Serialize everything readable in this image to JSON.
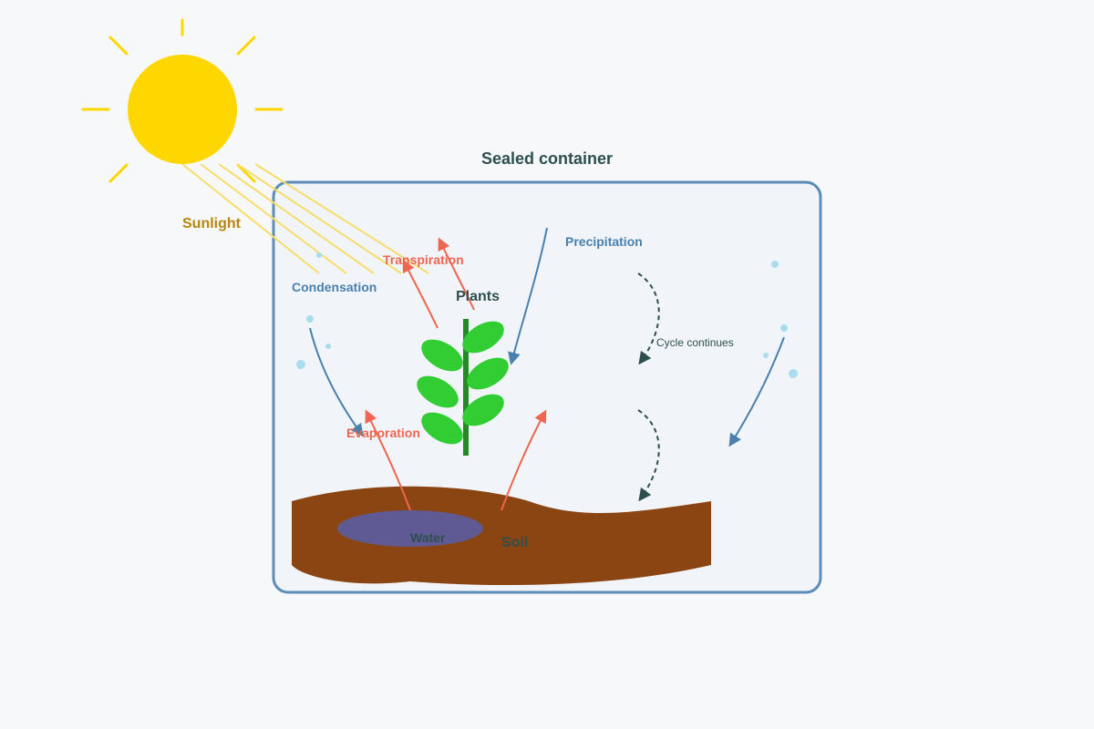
{
  "title": "Sealed container",
  "labels": {
    "sunlight": "Sunlight",
    "condensation": "Condensation",
    "transpiration": "Transpiration",
    "plants": "Plants",
    "precipitation": "Precipitation",
    "cycle_continues": "Cycle continues",
    "evaporation": "Evaporation",
    "water": "Water",
    "soil": "Soil"
  },
  "colors": {
    "sun": "#ffd700",
    "sun_ray_light": "#f7dd6b",
    "container_border": "#5b8db8",
    "container_fill": "#f1f5fa",
    "soil": "#8b4513",
    "water": "#5f5a94",
    "plant_stem": "#228b22",
    "leaf": "#32cd32",
    "evaporation_arrow": "#ee6650",
    "precipitation_arrow": "#4a80ad",
    "cycle_arrow": "#2f4f4f",
    "droplet": "#a9dcef",
    "sunlight_text": "#b8860b",
    "dark_text": "#2f4f4f"
  }
}
